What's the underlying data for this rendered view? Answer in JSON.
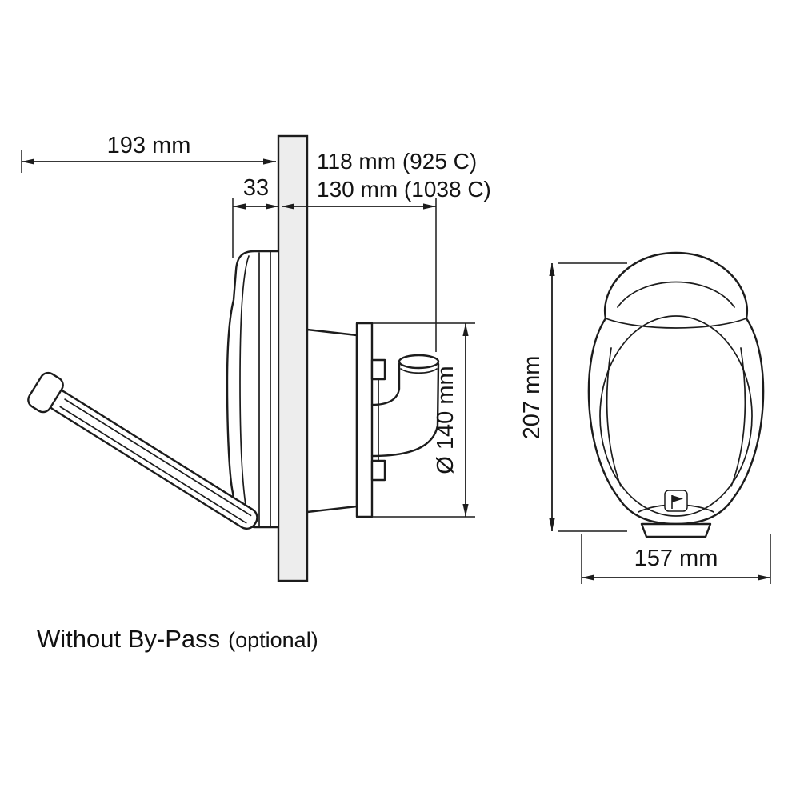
{
  "colors": {
    "line": "#1c1c1c",
    "panel_fill": "#ededed",
    "background": "#ffffff"
  },
  "caption": {
    "main": "Without By-Pass",
    "suffix": "(optional)"
  },
  "side_view": {
    "dims": {
      "overall_depth": "193 mm",
      "front_projection": "33",
      "rear_depth_925": "118 mm (925 C)",
      "rear_depth_1038": "130 mm (1038 C)",
      "cutout_diameter": "Ø 140 mm"
    }
  },
  "front_view": {
    "dims": {
      "height": "207 mm",
      "width": "157 mm"
    }
  }
}
